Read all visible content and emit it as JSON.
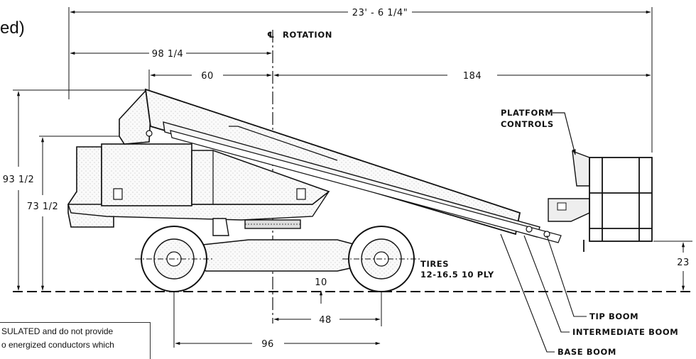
{
  "header_fragment": "ed)",
  "dimensions": {
    "overall_length": "23' - 6 1/4\"",
    "rotation_to_rear": "98 1/4",
    "front_to_rotation": "60",
    "rotation_to_tip": "184",
    "overall_height": "93 1/2",
    "stowed_height": "73 1/2",
    "platform_height": "23",
    "ground_clearance": "10",
    "rotation_to_axle": "48",
    "wheelbase": "96"
  },
  "labels": {
    "rotation": "ROTATION",
    "platform_controls_line1": "PLATFORM",
    "platform_controls_line2": "CONTROLS",
    "tires_line1": "TIRES",
    "tires_line2": "12-16.5  10 PLY",
    "tip_boom": "TIP  BOOM",
    "intermediate_boom": "INTERMEDIATE  BOOM",
    "base_boom": "BASE  BOOM"
  },
  "note": {
    "line1": "SULATED and do not provide",
    "line2": "o energized conductors which"
  }
}
